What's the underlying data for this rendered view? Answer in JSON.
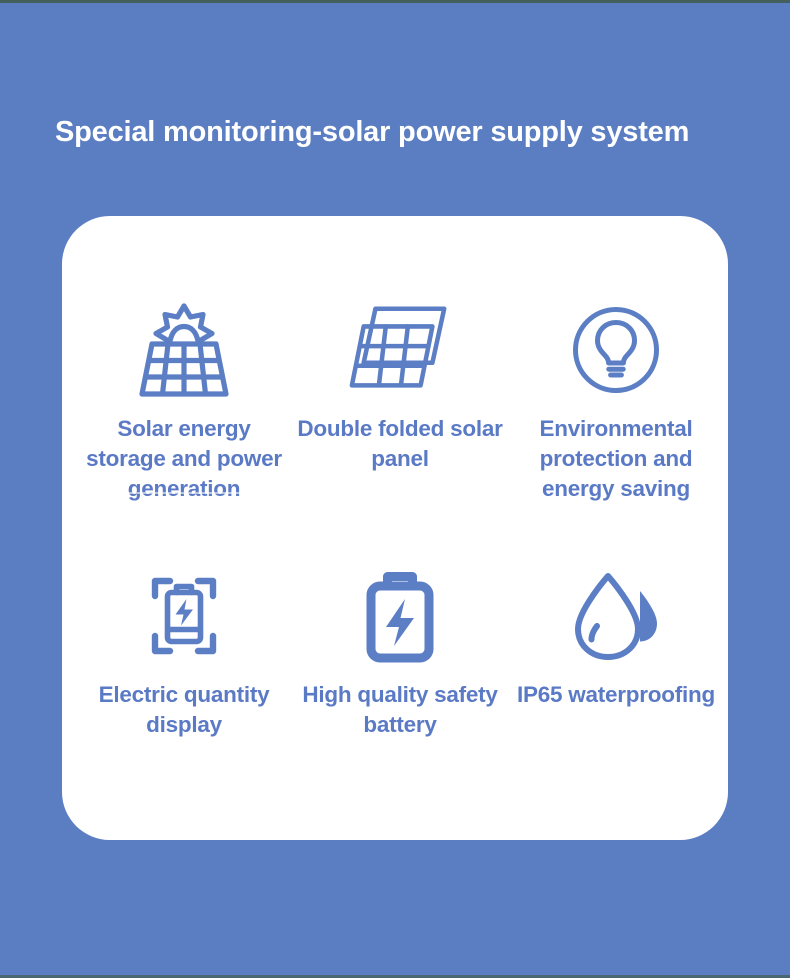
{
  "page": {
    "title": "Special monitoring-solar power supply system",
    "background_color": "#5b7dc2",
    "card_color": "#ffffff",
    "accent_color": "#5b7ac6",
    "title_color": "#ffffff"
  },
  "features": [
    {
      "icon": "solar-panel-sun-icon",
      "label": "Solar energy storage and power generation"
    },
    {
      "icon": "double-folded-solar-panel-icon",
      "label": "Double folded solar panel"
    },
    {
      "icon": "lightbulb-circle-icon",
      "label": "Environmental protection and energy saving"
    },
    {
      "icon": "battery-scan-display-icon",
      "label": "Electric quantity display"
    },
    {
      "icon": "battery-bolt-icon",
      "label": "High quality safety battery"
    },
    {
      "icon": "water-droplet-icon",
      "label": "IP65 waterproofing"
    }
  ]
}
